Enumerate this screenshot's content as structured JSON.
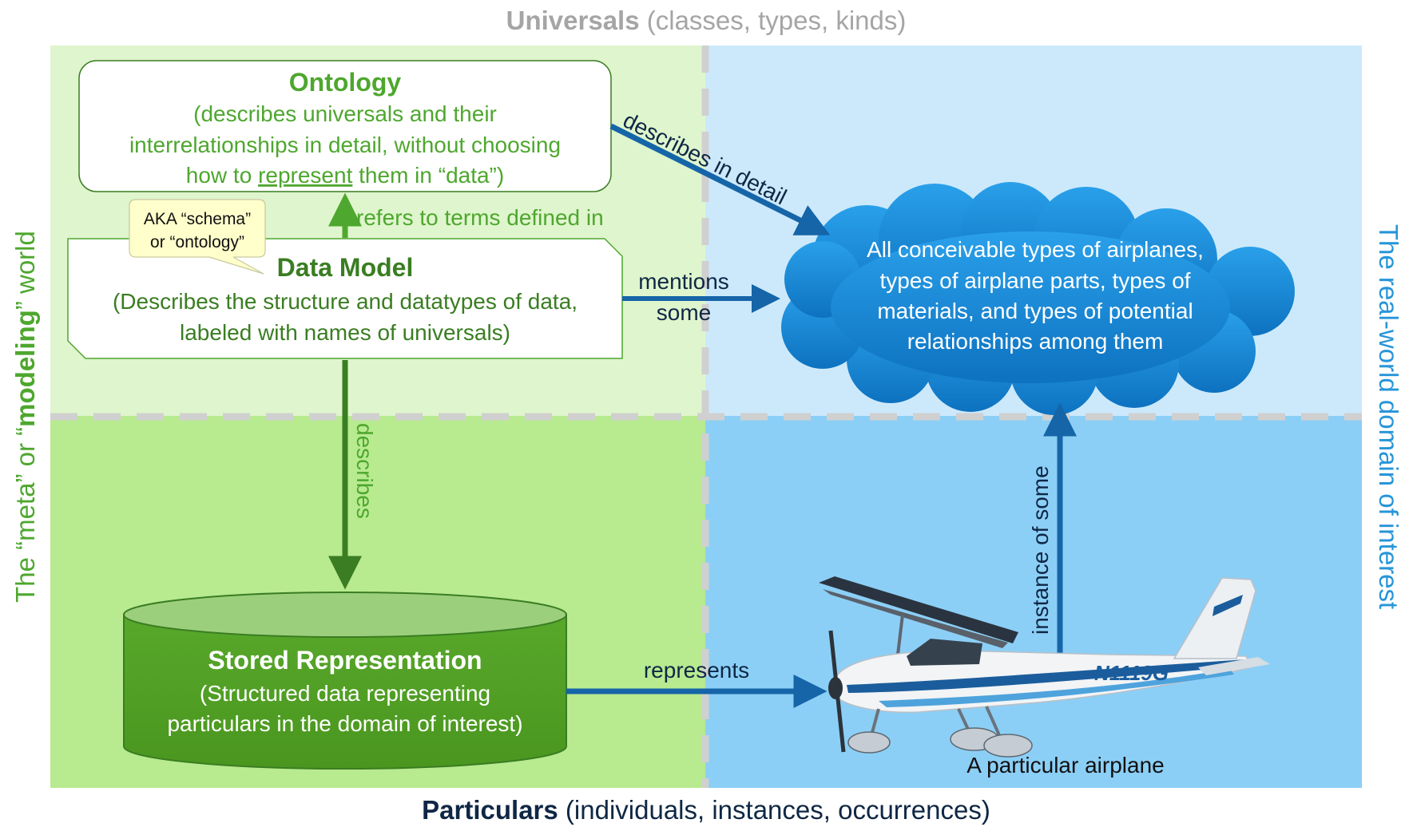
{
  "top_axis": {
    "bold": "Universals",
    "rest": "(classes, types, kinds)"
  },
  "bottom_axis": {
    "bold": "Particulars",
    "rest": "(individuals, instances, occurrences)"
  },
  "left_side_label": {
    "p1": "The “meta” or “",
    "bold": "modeling",
    "p2": "” world"
  },
  "right_side_label": "The real-world domain of interest",
  "ontology": {
    "title": "Ontology",
    "line1": "(describes universals and their",
    "line2": "interrelationships in detail, without choosing",
    "line3_before": "how to ",
    "line3_underlined": "represent",
    "line3_after": " them in “data”)"
  },
  "callout": {
    "line1": "AKA “schema”",
    "line2": "or “ontology”"
  },
  "data_model": {
    "title": "Data Model",
    "line1": "(Describes the structure and datatypes of data,",
    "line2": "labeled with names of universals)"
  },
  "cloud": {
    "lines": [
      "All conceivable types of airplanes,",
      "types of airplane parts, types of",
      "materials,  and types of  potential",
      "relationships among them"
    ]
  },
  "stored": {
    "title": "Stored Representation",
    "line1": "(Structured data representing",
    "line2": "particulars in the domain of interest)"
  },
  "arrows": {
    "refers_to": "refers to terms defined in",
    "describes_in_detail": "describes in detail",
    "mentions_line1": "mentions",
    "mentions_line2": "some",
    "describes": "describes",
    "represents": "represents",
    "instance_of": "instance of some"
  },
  "airplane": {
    "caption": "A particular airplane",
    "tail_number": "N1119G"
  },
  "colors": {
    "meta_top": "#dff5cd",
    "meta_bottom": "#b8ea90",
    "real_top": "#cce9fb",
    "real_bottom": "#8ccff6",
    "green_text": "#4ea72e",
    "dark_green": "#3a7d22",
    "blue_arrow": "#1565a8",
    "navy_text": "#0f2745",
    "cloud": "#1a8fdc",
    "axis_gray": "#a5a5a5",
    "right_label_blue": "#2795d8"
  }
}
